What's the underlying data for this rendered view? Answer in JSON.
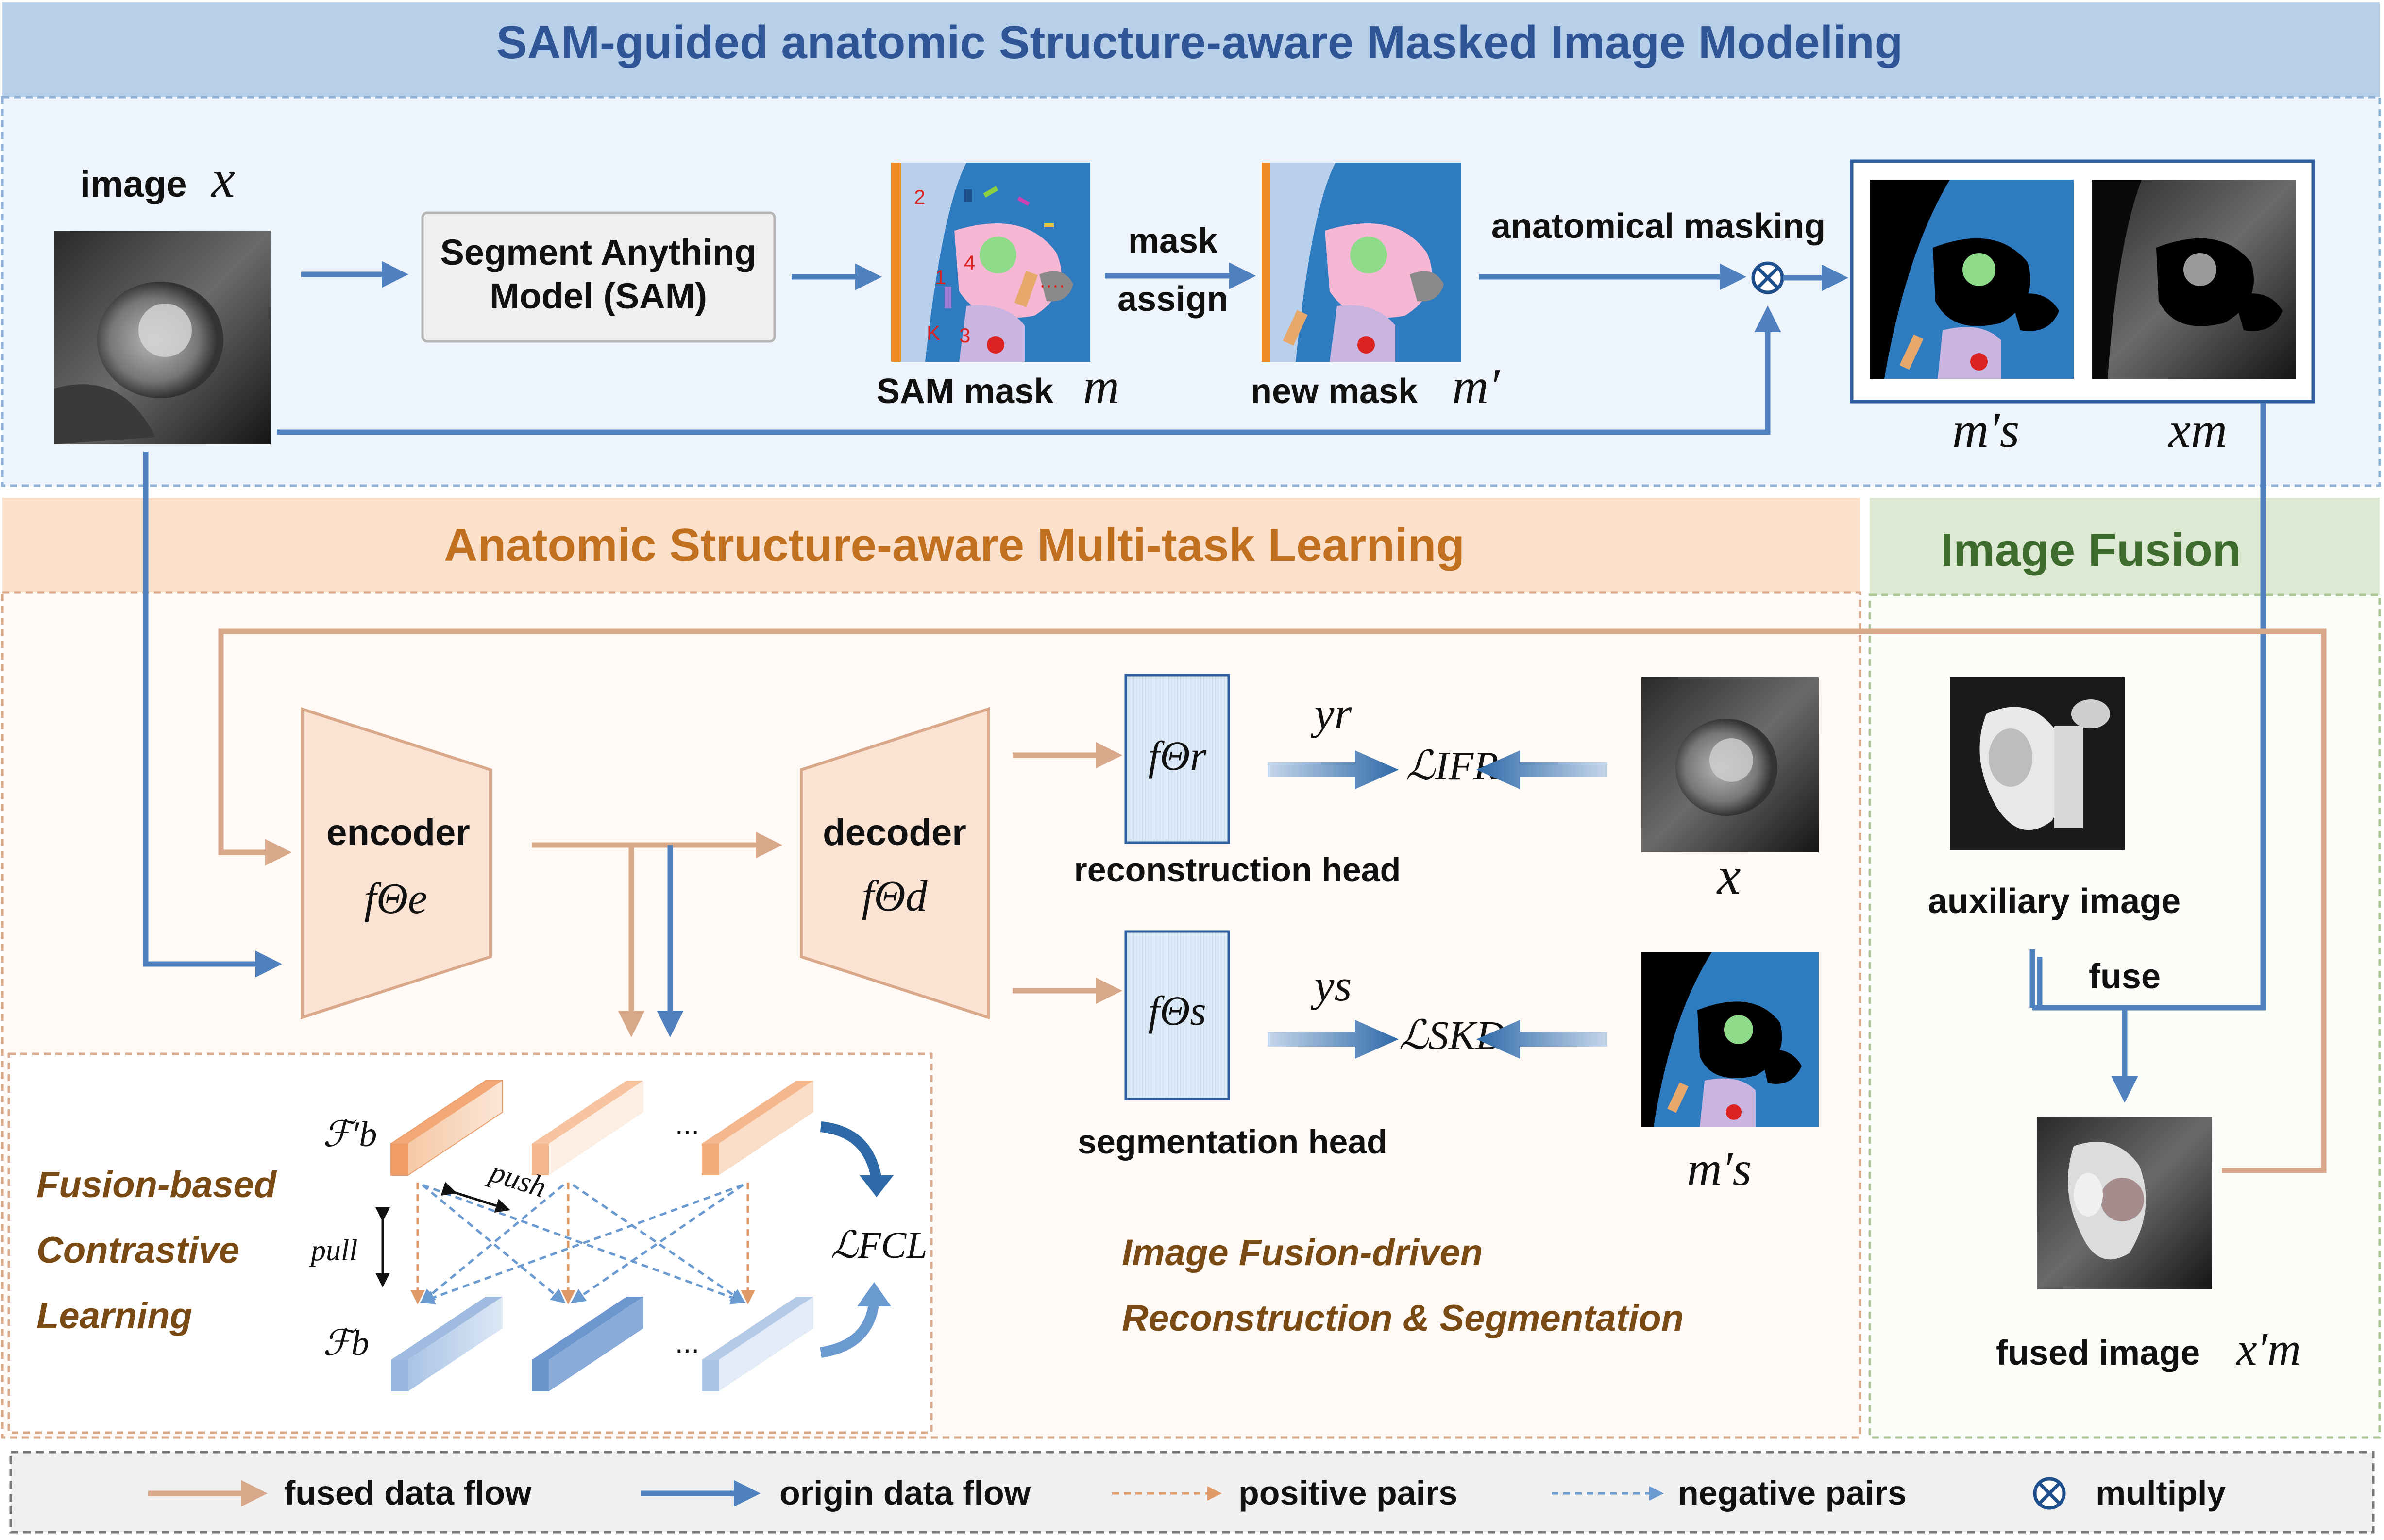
{
  "titles": {
    "top": "SAM-guided anatomic Structure-aware Masked Image Modeling",
    "middle": "Anatomic Structure-aware Multi-task Learning",
    "fusion": "Image Fusion"
  },
  "top_section": {
    "image_label": "image",
    "image_sym": "x",
    "sam_box_line1": "Segment Anything",
    "sam_box_line2": "Model (SAM)",
    "sam_mask_label": "SAM mask",
    "sam_mask_sym": "m",
    "mask_assign_line1": "mask",
    "mask_assign_line2": "assign",
    "new_mask_label": "new mask",
    "new_mask_sym": "m′",
    "anatomical_masking": "anatomical masking",
    "ms_label": "m′s",
    "xm_label": "xm",
    "sam_region_numbers": [
      "2",
      "4",
      "1",
      "K",
      "3",
      "····"
    ]
  },
  "middle_section": {
    "encoder_label": "encoder",
    "encoder_sym": "fΘe",
    "decoder_label": "decoder",
    "decoder_sym": "fΘd",
    "recon_head_sym": "fΘr",
    "recon_head_label": "reconstruction head",
    "seg_head_sym": "fΘs",
    "seg_head_label": "segmentation head",
    "yr": "yr",
    "ys": "ys",
    "loss_ifr": "ℒIFR",
    "loss_skd": "ℒSKD",
    "x_label": "x",
    "ms_label": "m′s",
    "ifd_line1": "Image Fusion-driven",
    "ifd_line2": "Reconstruction & Segmentation"
  },
  "contrastive": {
    "title_line1": "Fusion-based",
    "title_line2": "Contrastive",
    "title_line3": "Learning",
    "fb_prime": "ℱ′b",
    "fb": "ℱb",
    "push": "push",
    "pull": "pull",
    "dots": "...",
    "loss_fcl": "ℒFCL"
  },
  "fusion_section": {
    "auxiliary_image": "auxiliary image",
    "fuse": "fuse",
    "fused_image": "fused image",
    "fused_sym": "x′m"
  },
  "legend": {
    "fused_data_flow": "fused data flow",
    "origin_data_flow": "origin data flow",
    "positive_pairs": "positive pairs",
    "negative_pairs": "negative pairs",
    "multiply": "multiply"
  },
  "colors": {
    "blue_flow": "#4e81bd",
    "fused_flow": "#d9a88a",
    "title_blue": "#2f5597",
    "title_orange": "#c0701f",
    "title_green": "#3e6b2e",
    "contrastive_text": "#7a4a14"
  }
}
